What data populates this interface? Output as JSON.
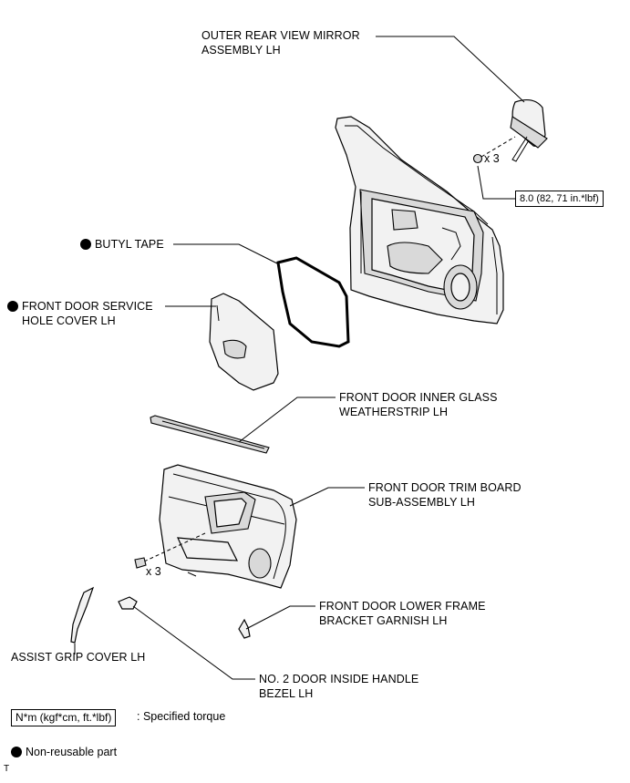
{
  "labels": {
    "mirror_line1": "OUTER REAR VIEW MIRROR",
    "mirror_line2": "ASSEMBLY LH",
    "butyl_tape": "BUTYL TAPE",
    "service_cover_line1": "FRONT DOOR SERVICE",
    "service_cover_line2": "HOLE COVER LH",
    "glass_ws_line1": "FRONT DOOR INNER GLASS",
    "glass_ws_line2": "WEATHERSTRIP LH",
    "trim_line1": "FRONT DOOR TRIM BOARD",
    "trim_line2": "SUB-ASSEMBLY LH",
    "lower_garnish_line1": "FRONT DOOR LOWER FRAME",
    "lower_garnish_line2": "BRACKET GARNISH LH",
    "assist_grip": "ASSIST GRIP COVER LH",
    "bezel_line1": "NO. 2 DOOR INSIDE HANDLE",
    "bezel_line2": "BEZEL LH"
  },
  "quantities": {
    "mirror_nuts": "x 3",
    "trim_screws": "x 3"
  },
  "torque": {
    "mirror_nuts": "8.0 (82, 71 in.*lbf)"
  },
  "legend": {
    "torque_unit_box": "N*m (kgf*cm, ft.*lbf)",
    "torque_desc": ": Specified torque",
    "non_reusable": "Non-reusable part"
  },
  "corner_mark": "T",
  "icons": {
    "non_reusable": "filled-black-circle"
  }
}
